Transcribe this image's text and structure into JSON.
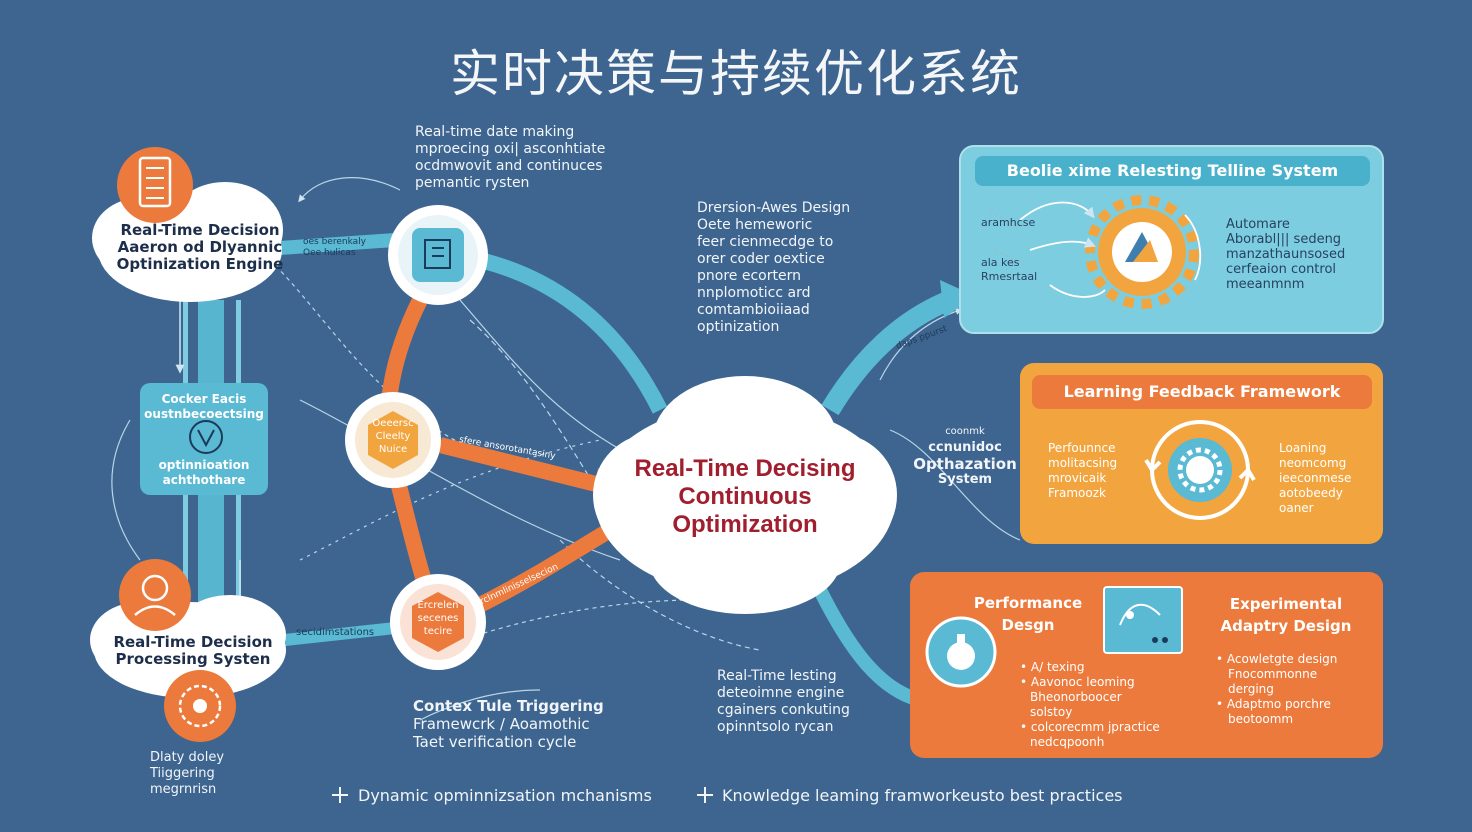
{
  "title": "实时决策与持续优化系统",
  "center": {
    "lines": [
      "Real-Time Decising",
      "Continuous",
      "Optimization"
    ]
  },
  "top_note": {
    "lines": [
      "Real-time date making",
      "mproecing oxi| asconhtiate",
      "ocdmwovit and continuces",
      "pemantic rysten"
    ]
  },
  "design_note": {
    "lines": [
      "Drersion-Awes Design",
      "Oete hemeworic",
      "feer cienmecdge to",
      "orer coder oextice",
      "pnore ecortern",
      "nnplomoticc ard",
      "comtambioiiaad",
      "optinization"
    ]
  },
  "engine_cloud": {
    "lines": [
      "Real-Time Decision",
      "Aaeron od Dlyannic",
      "Optinization Engine"
    ]
  },
  "engine_arrow_label": {
    "lines": [
      "oes berenkaly",
      "Oee hulicas"
    ]
  },
  "context_box": {
    "lines": [
      "Cocker Eacis",
      "oustnbecoectsing",
      "optinnioation",
      "achthothare"
    ]
  },
  "processing_cloud": {
    "lines": [
      "Real-Time Decision",
      "Processing Systen"
    ]
  },
  "processing_arrow_label": "secidimstations",
  "orange_node_mid": {
    "lines": [
      "Oeeersc",
      "Cleelty",
      "Nuice"
    ]
  },
  "orange_node_low": {
    "lines": [
      "Ercrelen",
      "secenes",
      "tecire"
    ]
  },
  "mid_arrow_label": "sfere ansorotantasiny",
  "low_arrow_label": "srclnmlinisselsecion",
  "bottom_left_note": {
    "lines": [
      "Dlaty doley",
      "Tiiggering",
      "megrnrisn"
    ]
  },
  "context_trigger_note": {
    "lines": [
      "Contex Tule Triggering",
      "Framewcrk / Aoamothic",
      "Taet verification cycle"
    ]
  },
  "testing_note": {
    "lines": [
      "Real-Time lesting",
      "deteoimne engine",
      "cgainers conkuting",
      "opinntsolo rycan"
    ]
  },
  "optim_label": {
    "lines": [
      "coonmk",
      "ccnunidoc",
      "Opthazation",
      "System"
    ]
  },
  "diag_label": "daps ppurst",
  "panel1": {
    "title": "Beolie xime Relesting Telline System",
    "left_labels": [
      "aramhcse",
      "ala kes",
      "Rmesrtaal"
    ],
    "right_lines": [
      "Automare",
      "Aborabl||| sedeng",
      "manzathaunsosed",
      "cerfeaion control",
      "meeanmnm"
    ]
  },
  "panel2": {
    "title": "Learning Feedback Framework",
    "left_lines": [
      "Perfounnce",
      "molitacsing",
      "mrovicaik",
      "Framoozk"
    ],
    "right_lines": [
      "Loaning",
      "neomcomg",
      "ieeconmese",
      "aotobeedy",
      "oaner"
    ]
  },
  "panel3": {
    "left_title": [
      "Performance",
      "Desgn"
    ],
    "right_title": [
      "Experimental",
      "Adaptry Design"
    ],
    "left_bullets": [
      "A/ texing",
      "Aavonoc leoming",
      "Bheonorboocer",
      "solstoy",
      "colcorecmm jpractice",
      "nedcqpoonh"
    ],
    "right_bullets": [
      "Acowletgte design",
      "Fnocommonne",
      "derging",
      "Adaptmo porchre",
      "beotoomm"
    ]
  },
  "footer": {
    "left": "Dynamic opminnizsation mchanisms",
    "right": "Knowledge leaming framworkeusto best practices"
  },
  "colors": {
    "background": "#3d6590",
    "teal": "#5ab9d3",
    "orange": "#ec7a3c",
    "amber": "#f2a53e",
    "crimson": "#a01e2e",
    "navy": "#1d2e4a"
  }
}
